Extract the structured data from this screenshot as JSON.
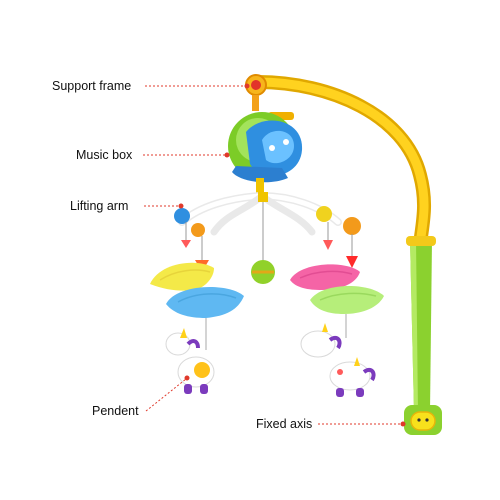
{
  "labels": {
    "support_frame": "Support frame",
    "music_box": "Music box",
    "lifting_arm": "Lifting arm",
    "pendent": "Pendent",
    "fixed_axis": "Fixed axis"
  },
  "colors": {
    "leader_line": "#e0392b",
    "frame_yellow": "#f7c21a",
    "post_green": "#8bd12f",
    "music_box_green": "#7ccc27",
    "music_box_blue": "#2f8fe0",
    "umbrella_yellow": "#f4e948",
    "umbrella_blue": "#5fb8f2",
    "umbrella_pink": "#f564a6",
    "umbrella_green": "#b6ee7a"
  }
}
